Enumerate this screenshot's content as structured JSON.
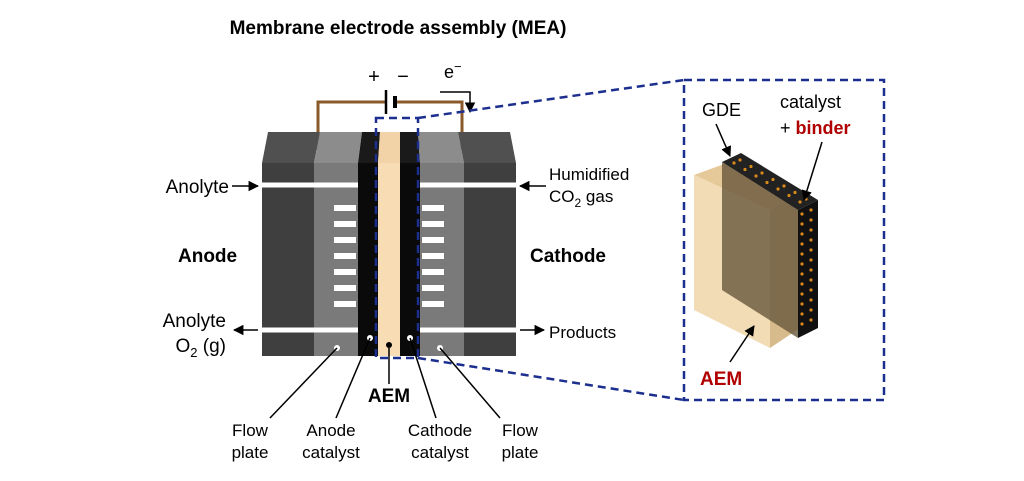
{
  "title": "Membrane electrode assembly (MEA)",
  "circuit": {
    "plus": "+",
    "minus": "−",
    "electron": "e",
    "electron_sup": "−"
  },
  "labels": {
    "anolyte_in": "Anolyte",
    "anolyte_out": "Anolyte",
    "o2_pre": "O",
    "o2_sub": "2",
    "o2_post": " (g)",
    "humidified": "Humidified",
    "co2_pre": "CO",
    "co2_sub": "2",
    "co2_post": " gas",
    "anode": "Anode",
    "cathode": "Cathode",
    "products": "Products",
    "aem": "AEM",
    "flow_plate_left_1": "Flow",
    "flow_plate_left_2": "plate",
    "anode_catalyst_1": "Anode",
    "anode_catalyst_2": "catalyst",
    "cathode_catalyst_1": "Cathode",
    "cathode_catalyst_2": "catalyst",
    "flow_plate_right_1": "Flow",
    "flow_plate_right_2": "plate"
  },
  "inset": {
    "gde": "GDE",
    "catalyst": "catalyst",
    "plus_sign": "+ ",
    "binder": "binder",
    "aem": "AEM"
  },
  "colors": {
    "dark_plate": "#3f3f3f",
    "flow_plate": "#7a7a7a",
    "catalyst_layer": "#0a0a0a",
    "membrane": "#f7dcb4",
    "wire": "#8b5a2b",
    "dashed_box": "#1c2f8f",
    "accent_red": "#b00000",
    "catalyst_dots": "#d9881c"
  }
}
